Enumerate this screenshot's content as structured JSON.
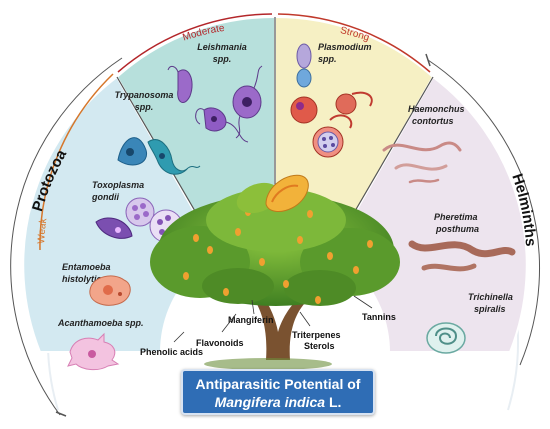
{
  "title": {
    "line1": "Antiparasitic Potential of",
    "line2_italic": "Mangifera indica",
    "line2_rest": " L."
  },
  "groups": {
    "left": "Protozoa",
    "right": "Helminths"
  },
  "activity_levels": {
    "weak": "Weak",
    "moderate": "Moderate",
    "strong": "Strong"
  },
  "parasites": {
    "trypanosoma": [
      "Trypanosoma",
      "spp."
    ],
    "toxoplasma": [
      "Toxoplasma",
      "gondii"
    ],
    "entamoeba": [
      "Entamoeba",
      "histolytica"
    ],
    "acanthamoeba": "Acanthamoeba spp.",
    "leishmania": [
      "Leishmania",
      "spp."
    ],
    "plasmodium": [
      "Plasmodium",
      "spp."
    ],
    "haemonchus": [
      "Haemonchus",
      "contortus"
    ],
    "pheretima": [
      "Pheretima",
      "posthuma"
    ],
    "trichinella": [
      "Trichinella",
      "spiralis"
    ]
  },
  "compounds": {
    "mangiferin": "Mangiferin",
    "flavonoids": "Flavonoids",
    "phenolic_acids": "Phenolic acids",
    "triterpenes": "Triterpenes",
    "sterols": "Sterols",
    "tannins": "Tannins"
  },
  "colors": {
    "weak_sector": "#d3e9f1",
    "moderate_sector": "#b7e0dc",
    "strong_sector": "#f6f0c4",
    "helminth_sector": "#ede4ee",
    "weak_accent": "#d6762a",
    "moderate_accent": "#b3262a",
    "strong_accent": "#c0392b",
    "title_box": "#2f6db5"
  }
}
